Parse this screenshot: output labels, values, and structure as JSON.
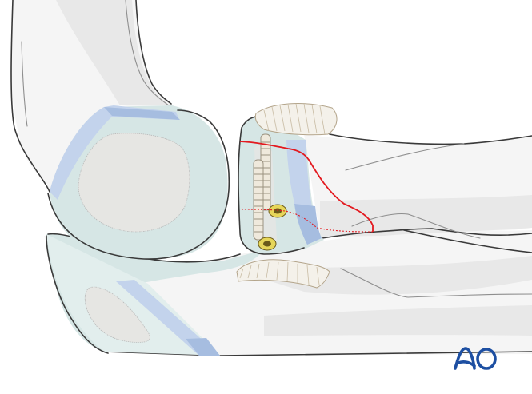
{
  "figure": {
    "subject": "Elbow lateral view: olecranon fracture fixed with two lag screws and tension band",
    "colors": {
      "bone_light": "#f5f5f5",
      "bone_shade": "#e8e8e8",
      "cartilage": "#d6e6e5",
      "cartilage_light": "#e2eeed",
      "cancellous": "#e6e6e3",
      "cortex_blue": "#c3d3ec",
      "cortex_blue_dark": "#a6bde0",
      "fracture_line": "#e3191f",
      "screw_shaft": "#efe9dc",
      "screw_head": "#e6d65a",
      "screw_socket": "#6a5a1a",
      "wire": "#f4f1ea",
      "wire_stroke": "#b3a48a",
      "outline": "#3a3a3a",
      "logo": "#1d4fa2"
    },
    "parts": [
      {
        "name": "humerus"
      },
      {
        "name": "trochlea"
      },
      {
        "name": "olecranon"
      },
      {
        "name": "ulna"
      },
      {
        "name": "radius"
      },
      {
        "name": "lag-screw",
        "count": 2
      },
      {
        "name": "tension-band-wire",
        "count": 2
      },
      {
        "name": "fracture-line"
      }
    ]
  },
  "logo": {
    "text": "AO"
  }
}
